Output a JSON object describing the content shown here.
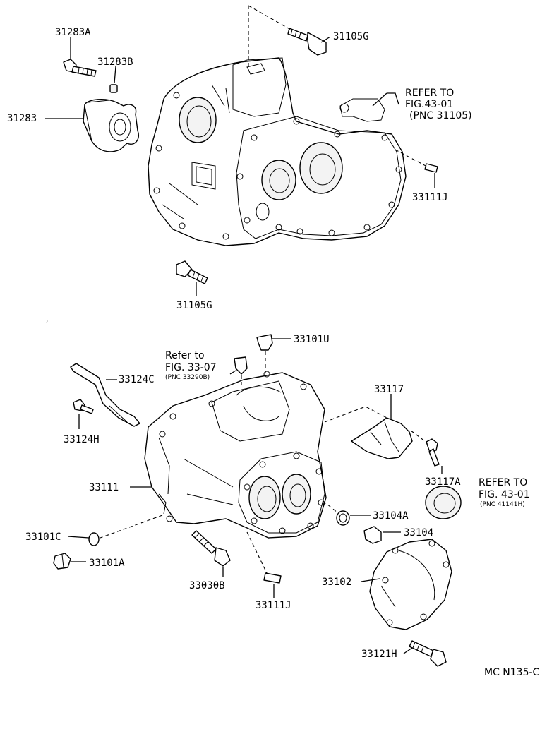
{
  "diagram_code": "MC N135-C",
  "labels": {
    "p31283A": "31283A",
    "p31283B": "31283B",
    "p31283": "31283",
    "p31105G_top": "31105G",
    "p31105G_bottom": "31105G",
    "p33111J_top": "33111J",
    "p33101U": "33101U",
    "p33124C": "33124C",
    "p33124H": "33124H",
    "p33117": "33117",
    "p33117A": "33117A",
    "p33111": "33111",
    "p33104A": "33104A",
    "p33104": "33104",
    "p33101C": "33101C",
    "p33101A": "33101A",
    "p33030B": "33030B",
    "p33102": "33102",
    "p33111J_bottom": "33111J",
    "p33121H": "33121H"
  },
  "refs": {
    "ref1_line1": "REFER TO",
    "ref1_line2": "FIG.43-01",
    "ref1_line3": "(PNC 31105)",
    "ref2_line1": "Refer to",
    "ref2_line2": "FIG. 33-07",
    "ref2_line3": "(PNC 33290B)",
    "ref3_line1": "REFER TO",
    "ref3_line2": "FIG. 43-01",
    "ref3_line3": "(PNC 41141H)"
  }
}
